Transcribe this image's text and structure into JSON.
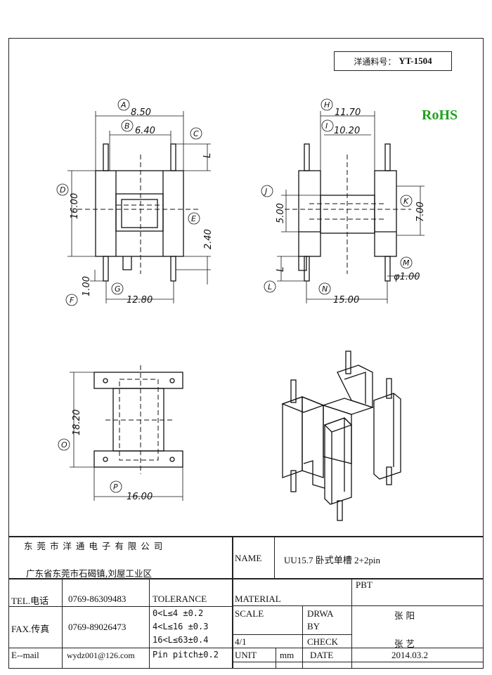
{
  "header": {
    "part_label": "洋通料号：",
    "part_no": "YT-1504",
    "rohs": "RoHS"
  },
  "drawing": {
    "front_view": {
      "dims": {
        "A": "8.50",
        "B": "6.40",
        "D": "16.00",
        "E": "2.40",
        "F": "1.00",
        "G": "12.80",
        "L": "L"
      },
      "circles": [
        "A",
        "B",
        "C",
        "D",
        "E",
        "F",
        "G"
      ]
    },
    "side_view": {
      "dims": {
        "H": "11.70",
        "I": "10.20",
        "J": "5.00",
        "K": "7.00",
        "M": "φ1.00",
        "N": "15.00",
        "L": "L"
      },
      "circles": [
        "H",
        "I",
        "J",
        "K",
        "L",
        "M",
        "N"
      ]
    },
    "bottom_view": {
      "dims": {
        "O": "18.20",
        "P": "16.00"
      },
      "circles": [
        "O",
        "P"
      ]
    }
  },
  "title_block": {
    "company": "东 莞 市 洋 通 电 子 有 限 公 司",
    "address": "广东省东莞市石碣镇,刘屋工业区",
    "name_label": "NAME",
    "name_value": "UU15.7 卧式单槽 2+2pin",
    "tel_label": "TEL.电话",
    "tel_value": "0769-86309483",
    "tolerance_label": "TOLERANCE",
    "material_label": "MATERIAL",
    "material_value": "PBT",
    "fax_label": "FAX.传真",
    "fax_value": "0769-89026473",
    "tol_1": "0<L≤4  ±0.2",
    "tol_2": "4<L≤16 ±0.3",
    "tol_3": "16<L≤63±0.4",
    "tol_4": "Pin pitch±0.2",
    "scale_label": "SCALE",
    "scale_value": "4/1",
    "drwa_label_1": "DRWA",
    "drwa_label_2": "BY",
    "drawn_by": "张 阳",
    "check_label": "CHECK",
    "checked_by": "张 艺",
    "email_label": "E--mail",
    "email_value": "wydz001@126.com",
    "unit_label": "UNIT",
    "unit_value": "mm",
    "date_label": "DATE",
    "date_value": "2014.03.2"
  }
}
